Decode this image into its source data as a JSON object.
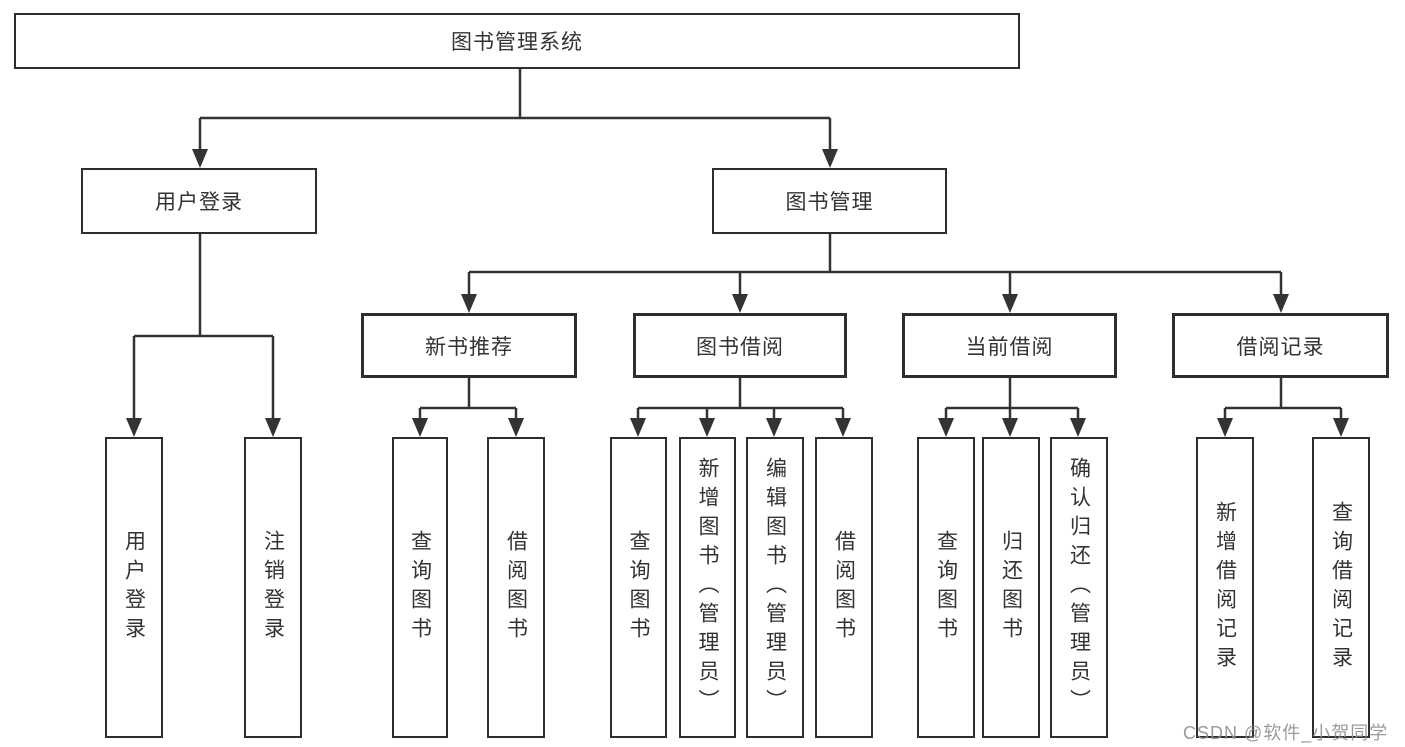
{
  "diagram": {
    "type": "hierarchy",
    "root": {
      "label": "图书管理系统"
    },
    "level2": [
      {
        "label": "用户登录",
        "children": [
          {
            "label": "用户登录"
          },
          {
            "label": "注销登录"
          }
        ]
      },
      {
        "label": "图书管理",
        "children": [
          {
            "label": "新书推荐",
            "children": [
              {
                "label": "查询图书"
              },
              {
                "label": "借阅图书"
              }
            ]
          },
          {
            "label": "图书借阅",
            "children": [
              {
                "label": "查询图书"
              },
              {
                "label": "新增图书（管理员）"
              },
              {
                "label": "编辑图书（管理员）"
              },
              {
                "label": "借阅图书"
              }
            ]
          },
          {
            "label": "当前借阅",
            "children": [
              {
                "label": "查询图书"
              },
              {
                "label": "归还图书"
              },
              {
                "label": "确认归还（管理员）"
              }
            ]
          },
          {
            "label": "借阅记录",
            "children": [
              {
                "label": "新增借阅记录"
              },
              {
                "label": "查询借阅记录"
              }
            ]
          }
        ]
      }
    ]
  },
  "watermark": {
    "text": "CSDN @软件_小贺同学"
  },
  "colors": {
    "line": "#333333",
    "box_border": "#2e2e2e",
    "text": "#333333",
    "background": "#ffffff",
    "watermark": "#919191"
  }
}
